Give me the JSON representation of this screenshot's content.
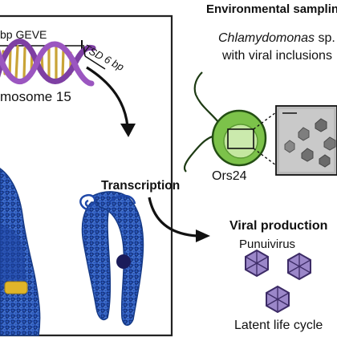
{
  "left_panel": {
    "geve_label": "bp GEVE",
    "tsd_label": "TSD 6 bp",
    "chromosome_label": "mosome 15"
  },
  "transcription_label": "Transcription",
  "sampling": {
    "heading": "Environmental samplin",
    "species_name": "Chlamydomonas",
    "species_suffix": " sp.",
    "subtitle": "with viral inclusions",
    "strain_label": "Ors24"
  },
  "production": {
    "heading": "Viral production",
    "virus_name": "Punuivirus",
    "lifecycle_label": "Latent life cycle"
  },
  "colors": {
    "dna_purple": "#7e3fa3",
    "dna_gold": "#c9a437",
    "chromatin_blue": "#1f48a8",
    "chromatin_dark": "#14307a",
    "cell_green": "#7cc24a",
    "virion_purple": "#9b87c9",
    "micrograph_gray": "#9a9a9a"
  },
  "icons": [
    "arrow-icon",
    "virion-icon",
    "dna-helix-icon",
    "cell-icon",
    "chromosome-icon"
  ]
}
